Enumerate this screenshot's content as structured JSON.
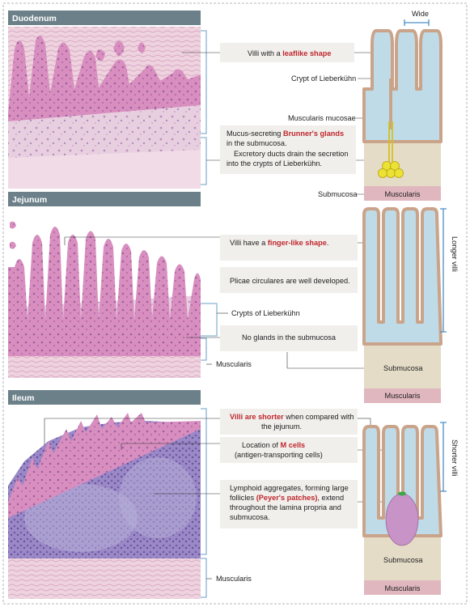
{
  "sections": {
    "duodenum": {
      "title": "Duodenum"
    },
    "jejunum": {
      "title": "Jejunum"
    },
    "ileum": {
      "title": "Ileum"
    }
  },
  "labels": {
    "wide": "Wide",
    "duo_villi_a": "Villi with a ",
    "duo_villi_b": "leaflike shape",
    "crypt": "Crypt of Lieberkühn",
    "musc_mucosae": "Muscularis mucosae",
    "brunner_1a": "Mucus-secreting ",
    "brunner_1b": "Brunner's glands",
    "brunner_2": "in the submucosa.",
    "brunner_3": "Excretory ducts drain the secretion",
    "brunner_4": "into the crypts of Lieberkühn.",
    "submucosa": "Submucosa",
    "muscularis": "Muscularis",
    "longer_villi": "Longer villi",
    "jej_villi_a": "Villi have a ",
    "jej_villi_b": "finger-like shape",
    "jej_villi_c": ".",
    "plicae": "Plicae circulares are well developed.",
    "crypts": "Crypts of Lieberkühn",
    "no_glands": "No glands in the submucosa",
    "shorter_villi": "Shorter villi",
    "ile_villi_a": "Villi are shorter",
    "ile_villi_b": " when compared with",
    "ile_villi_c": "the jejunum.",
    "mcells_a": "Location of ",
    "mcells_b": "M cells",
    "mcells_c": "(antigen-transporting cells)",
    "peyer_1": "Lymphoid aggregates, forming large",
    "peyer_2a": "follicles ",
    "peyer_2b": "(Peyer's patches)",
    "peyer_2c": ", extend",
    "peyer_3": "throughout the lamina propria and",
    "peyer_4": "submucosa."
  },
  "colors": {
    "header": "#6b8088",
    "epithelium": "#caa48a",
    "lamina": "#bfdbe8",
    "submucosa": "#e4dcc7",
    "muscularis": "#e0b7bf",
    "mucosae_line": "#efb495",
    "gland": "#ece234",
    "peyer": "#c893c6",
    "highlight": "#c0272d",
    "bracket": "#8ab4d2",
    "callout_bg": "#f0efec"
  }
}
